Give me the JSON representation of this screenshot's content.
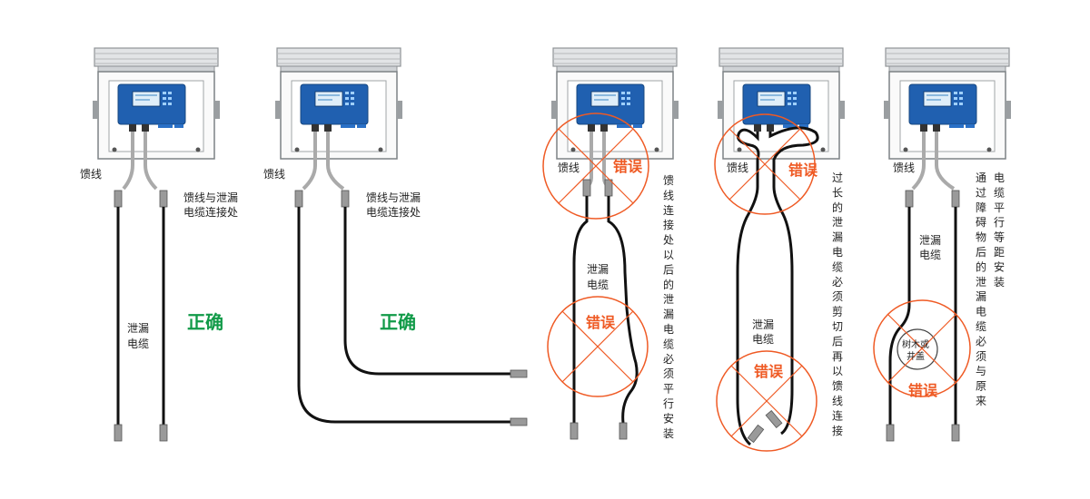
{
  "labels": {
    "feeder": "馈线",
    "joint_line1": "馈线与泄漏",
    "joint_line2": "电缆连接处",
    "leak_line1": "泄漏",
    "leak_line2": "电缆",
    "correct": "正确",
    "wrong": "错误",
    "obstacle_line1": "树木或",
    "obstacle_line2": "井盖"
  },
  "notes": {
    "panel3": "馈线连接处以后的泄漏电缆必须平行安装",
    "panel4": "过长的泄漏电缆必须剪切后再以馈线连接",
    "panel5": "通过障碍物后的泄漏电缆必须与原来电缆平行等距安装"
  },
  "colors": {
    "correct": "#119a48",
    "wrong": "#ef5a24",
    "device_blue": "#2060b0",
    "cable": "#111111"
  }
}
